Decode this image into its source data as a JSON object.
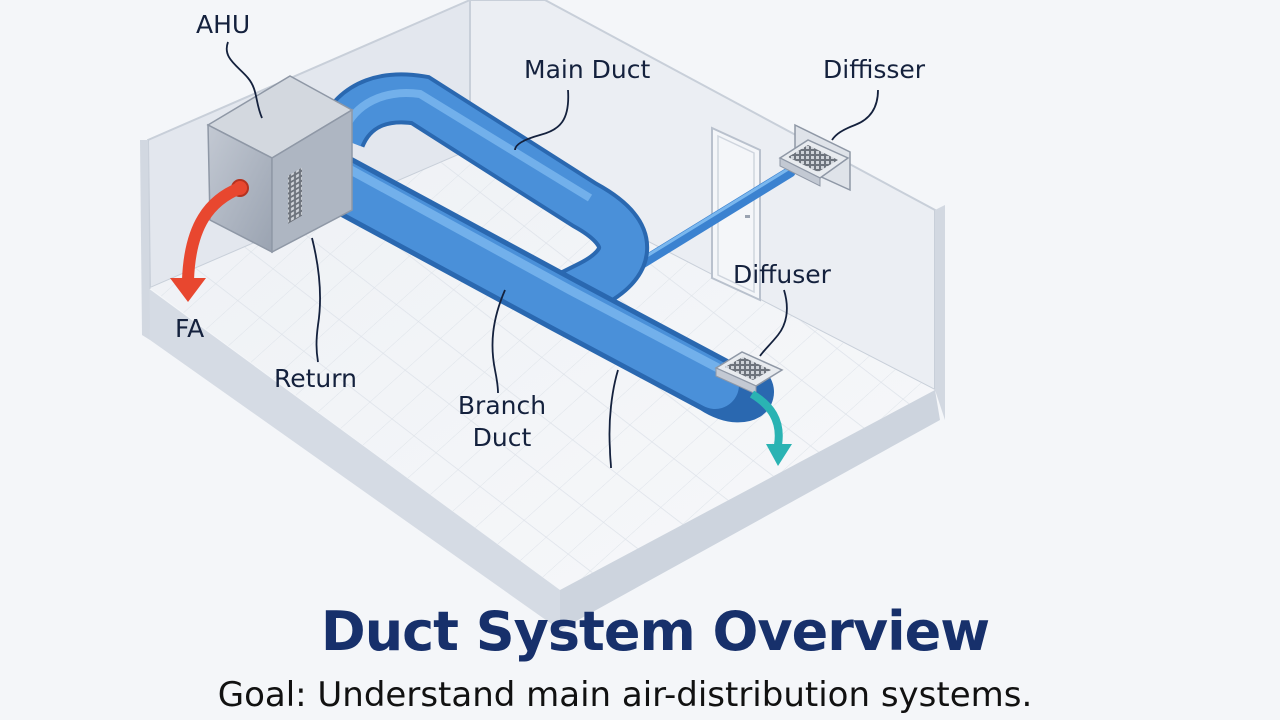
{
  "diagram": {
    "labels": {
      "ahu": "AHU",
      "main_duct": "Main Duct",
      "diffisser": "Diffisser",
      "diffuser": "Diffuser",
      "fa": "FA",
      "return": "Return",
      "branch_duct_line1": "Branch",
      "branch_duct_line2": "Duct"
    },
    "colors": {
      "duct_blue": "#4a90d9",
      "duct_blue_dark": "#2f6fb8",
      "fa_arrow_red": "#e8472f",
      "supply_arrow_teal": "#2ab3b3",
      "title_navy": "#17306b",
      "label_text": "#14213d"
    }
  },
  "title": "Duct System Overview",
  "subtitle": "Goal: Understand main air-distribution systems."
}
